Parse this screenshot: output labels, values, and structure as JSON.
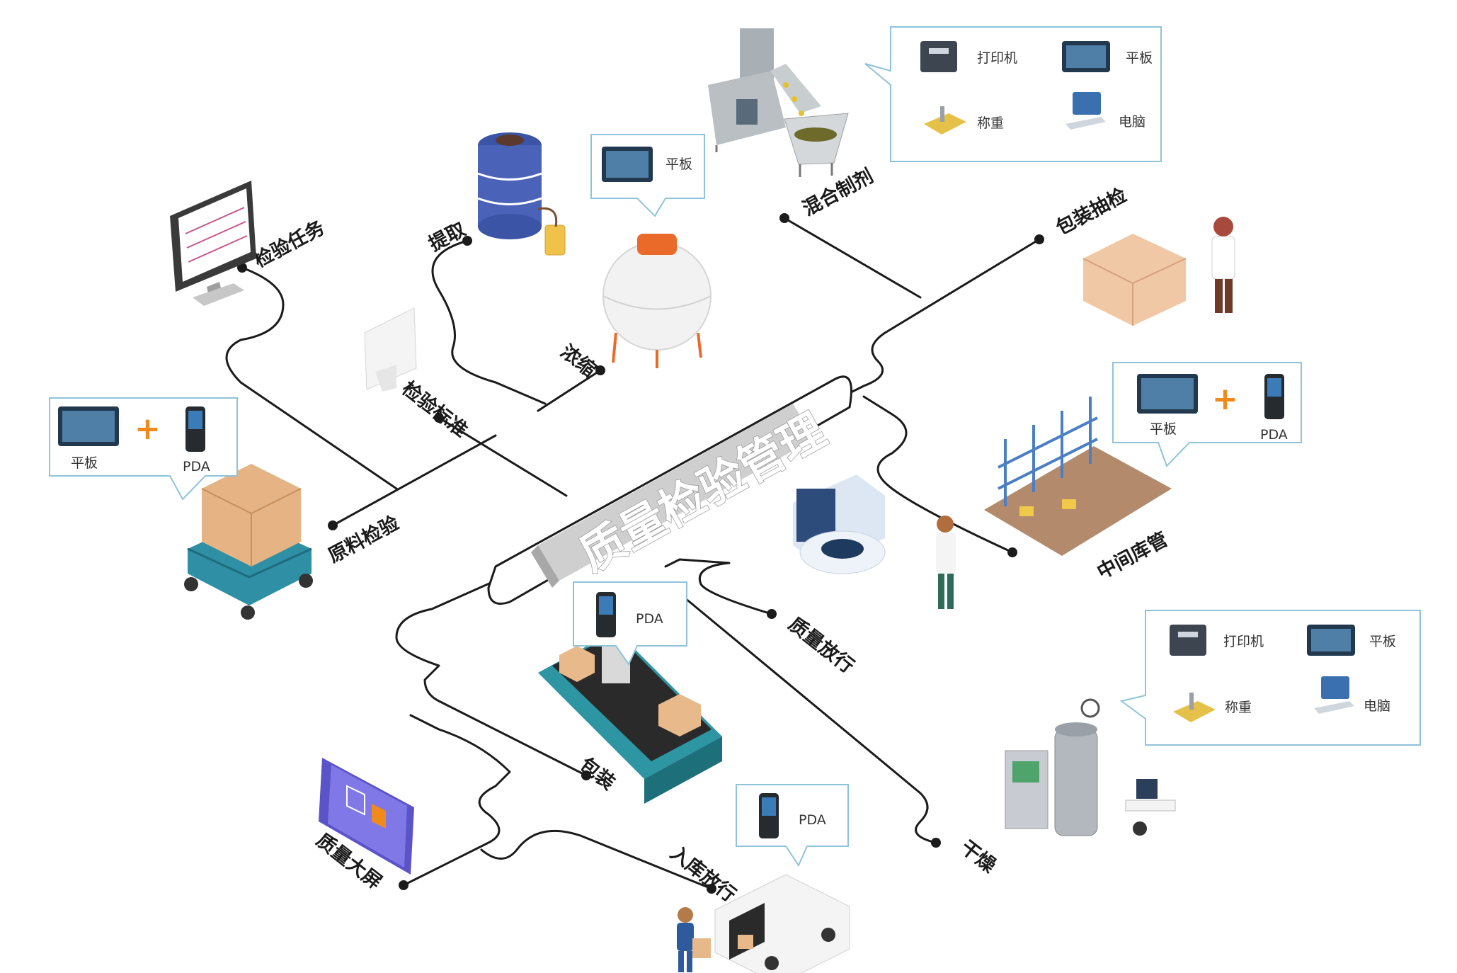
{
  "center_title": "质量检验管理",
  "nodes": {
    "inspection_task": "检验任务",
    "extraction": "提取",
    "mixing": "混合制剂",
    "package_sampling": "包装抽检",
    "concentration": "浓缩",
    "inspection_standard": "检验标准",
    "raw_material_inspection": "原料检验",
    "intermediate_warehouse": "中间库管",
    "quality_release": "质量放行",
    "packaging": "包装",
    "drying": "干燥",
    "quality_screen": "质量大屏",
    "warehouse_release": "入库放行"
  },
  "devices": {
    "printer": "打印机",
    "tablet": "平板",
    "scale": "称重",
    "computer": "电脑",
    "pda": "PDA",
    "plus": "+"
  },
  "colors": {
    "line": "#1b1b1b",
    "bubble_border": "#8fc3da",
    "plus": "#f08a1c",
    "box": "#e7b98a",
    "teal": "#2a8fa6",
    "purple": "#6c63d9"
  }
}
